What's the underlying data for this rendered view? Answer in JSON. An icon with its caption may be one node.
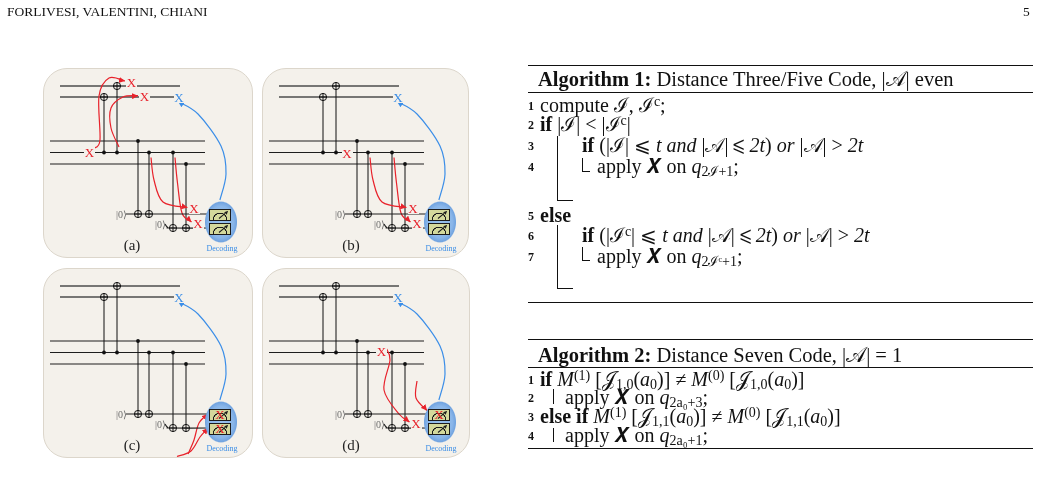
{
  "diagram": {
    "nodes": [
      {
        "text": [
          "(a)"
        ]
      },
      {
        "text": [
          "X"
        ],
        "in": 0
      },
      {
        "text": [
          "X"
        ],
        "in": 0
      },
      {
        "text": [
          "X"
        ],
        "in": 0
      },
      {
        "text": [
          "X"
        ],
        "in": 0
      },
      {
        "text": [
          "|0⟩"
        ],
        "in": 0
      },
      {
        "text": [
          "X"
        ],
        "in": 0
      },
      {
        "text": [
          "|0⟩"
        ],
        "in": 0
      },
      {
        "text": [
          "X"
        ],
        "in": 0
      },
      {
        "text": [
          "Decoding"
        ],
        "in": 0
      },
      {
        "text": [],
        "shape": "box",
        "in": 9
      },
      {
        "text": [],
        "shape": "box",
        "in": 9
      },
      {
        "text": [
          "(b)"
        ]
      },
      {
        "text": [
          "X"
        ],
        "in": 12
      },
      {
        "text": [
          "X"
        ],
        "in": 12
      },
      {
        "text": [
          "|0⟩"
        ],
        "in": 12
      },
      {
        "text": [
          "X"
        ],
        "in": 12
      },
      {
        "text": [
          "|0⟩"
        ],
        "in": 12
      },
      {
        "text": [
          "X"
        ],
        "in": 12
      },
      {
        "text": [
          "Decoding"
        ],
        "in": 12
      },
      {
        "text": [],
        "shape": "box",
        "in": 19
      },
      {
        "text": [],
        "shape": "box",
        "in": 19
      },
      {
        "text": [
          "(c)"
        ]
      },
      {
        "text": [
          "X"
        ],
        "in": 22
      },
      {
        "text": [
          "|0⟩"
        ],
        "in": 22
      },
      {
        "text": [
          "|0⟩"
        ],
        "in": 22
      },
      {
        "text": [
          "Decoding"
        ],
        "in": 22
      },
      {
        "text": [
          "X"
        ],
        "in": 26
      },
      {
        "text": [
          "X"
        ],
        "in": 26
      },
      {
        "text": [
          "(d)"
        ]
      },
      {
        "text": [
          "X"
        ],
        "in": 29
      },
      {
        "text": [
          "X"
        ],
        "in": 29
      },
      {
        "text": [
          "|0⟩"
        ],
        "in": 29
      },
      {
        "text": [
          "|0⟩"
        ],
        "in": 29
      },
      {
        "text": [
          "X"
        ],
        "in": 29
      },
      {
        "text": [
          "Decoding"
        ],
        "in": 29
      },
      {
        "text": [
          "X"
        ],
        "in": 35
      },
      {
        "text": [],
        "shape": "box",
        "in": 35
      },
      {
        "text": [
          "**Algorithm 1:** Distance Three/Five Code, |𝒜| even",
          "1",
          "compute ℐ, ℐ$^{c}$;",
          "2",
          "**if** |ℐ| < |ℐ$^{c}$|",
          "3",
          "**if** (|ℐ| ⩽ *t and* |𝒜| ⩽ *2t*) *or* |𝒜| > *2t*",
          "4",
          "apply 𝑿 on *q*$_{2ℐ+1}$;",
          "5",
          "else",
          "6",
          "**if** (|ℐ$^{c}$| ⩽ *t and* |𝒜| ⩽ *2t*) *or* |𝒜| > *2t*",
          "7",
          "apply 𝑿 on *q*$_{2ℐᶜ+1}$;"
        ]
      },
      {
        "text": [
          "**Algorithm 2:** Distance Seven Code, |𝒜| = 1",
          "1",
          "**if** *M*$^{(1)}$ [𝒥$_{1,0}$(*a*$_{0}$)] ≠ *M*$^{(0)}$ [𝒥$_{1,0}$(*a*$_{0}$)]",
          "2",
          "apply 𝑿 on *q*$_{2a₀+3}$;",
          "3",
          "**else if** *M*$^{(1)}$ [𝒥$_{1,1}$(*a*$_{0}$)] ≠ *M*$^{(0)}$ [𝒥$_{1,1}$(*a*$_{0}$)]",
          "4",
          "apply 𝑿 on *q*$_{2a₀+1}$;"
        ]
      }
    ],
    "edges": [
      {
        "from": 4,
        "to": 1,
        "arrow": "to"
      },
      {
        "from": null,
        "to": 2,
        "arrow": "to"
      },
      {
        "from": null,
        "to": 6,
        "arrow": "to"
      },
      {
        "from": null,
        "to": 8,
        "arrow": "to"
      },
      {
        "from": 9,
        "to": 3,
        "arrow": "to",
        "color": "#3b8ee8"
      },
      {
        "from": 5,
        "to": 10,
        "arrow": "none",
        "color": "#1e1e1e"
      },
      {
        "from": 7,
        "to": 11,
        "arrow": "none",
        "color": "#1e1e1e"
      },
      {
        "from": null,
        "to": 16,
        "arrow": "to"
      },
      {
        "from": null,
        "to": 18,
        "arrow": "to"
      },
      {
        "from": 19,
        "to": 13,
        "arrow": "to",
        "color": "#3b8ee8"
      },
      {
        "from": 15,
        "to": 20,
        "arrow": "none",
        "color": "#1e1e1e"
      },
      {
        "from": 17,
        "to": 21,
        "arrow": "none",
        "color": "#1e1e1e"
      },
      {
        "from": null,
        "to": 27,
        "arrow": "to"
      },
      {
        "from": null,
        "to": 28,
        "arrow": "to"
      },
      {
        "from": 26,
        "to": 23,
        "arrow": "to",
        "color": "#3b8ee8"
      },
      {
        "from": 24,
        "to": 27,
        "arrow": "none",
        "color": "#1e1e1e"
      },
      {
        "from": 25,
        "to": 28,
        "arrow": "none",
        "color": "#1e1e1e"
      },
      {
        "from": 31,
        "to": 34,
        "arrow": "to"
      },
      {
        "from": null,
        "to": 36,
        "arrow": "to"
      },
      {
        "from": 35,
        "to": 30,
        "arrow": "to",
        "color": "#3b8ee8"
      },
      {
        "from": 32,
        "to": 36,
        "arrow": "none",
        "color": "#1e1e1e"
      },
      {
        "from": 33,
        "to": 37,
        "arrow": "none",
        "color": "#1e1e1e"
      }
    ],
    "labels": [
      "FORLIVESI, VALENTINI, CHIANI",
      "5"
    ]
  }
}
